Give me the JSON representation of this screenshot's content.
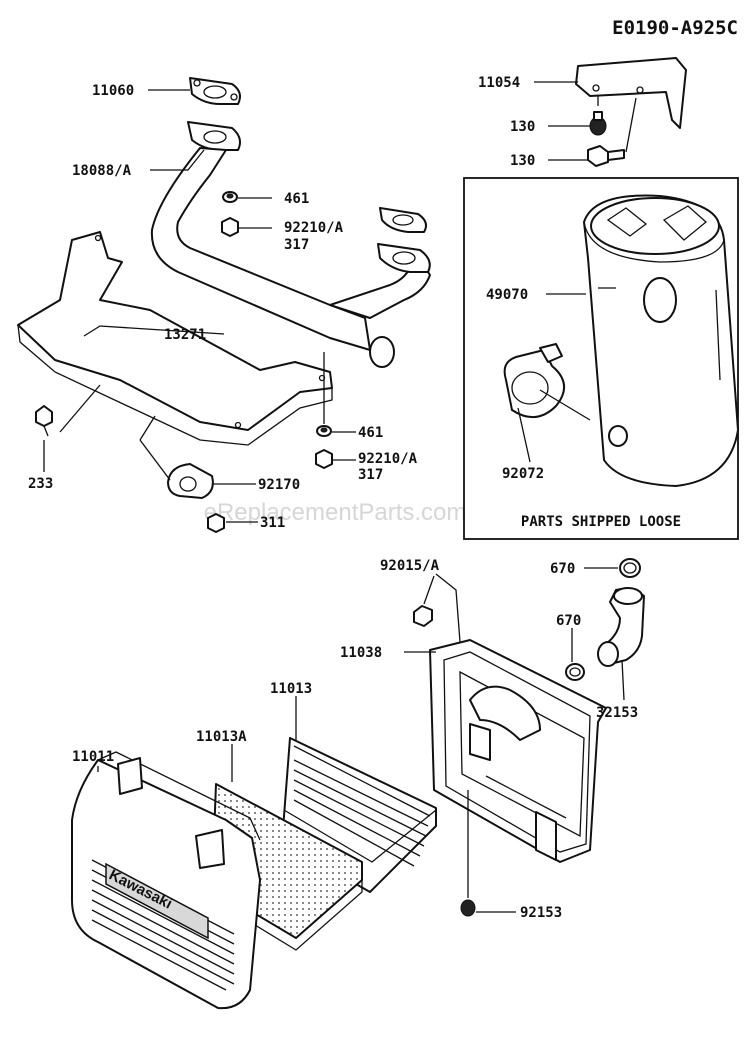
{
  "diagram_code": "E0190-A925C",
  "watermark": "eReplacementParts.com",
  "box_caption": "PARTS SHIPPED LOOSE",
  "logo_text": "Kawasaki",
  "labels": {
    "p11060": "11060",
    "p18088": "18088/A",
    "p461a": "461",
    "p92210a": "92210/A",
    "p317a": "317",
    "p13271": "13271",
    "p233": "233",
    "p461b": "461",
    "p92210b": "92210/A",
    "p317b": "317",
    "p92170": "92170",
    "p311": "311",
    "p11054": "11054",
    "p130a": "130",
    "p130b": "130",
    "p49070": "49070",
    "p92072": "92072",
    "p92015": "92015/A",
    "p670a": "670",
    "p670b": "670",
    "p11038": "11038",
    "p32153": "32153",
    "p11013": "11013",
    "p11013a": "11013A",
    "p11011": "11011",
    "p92153": "92153"
  }
}
